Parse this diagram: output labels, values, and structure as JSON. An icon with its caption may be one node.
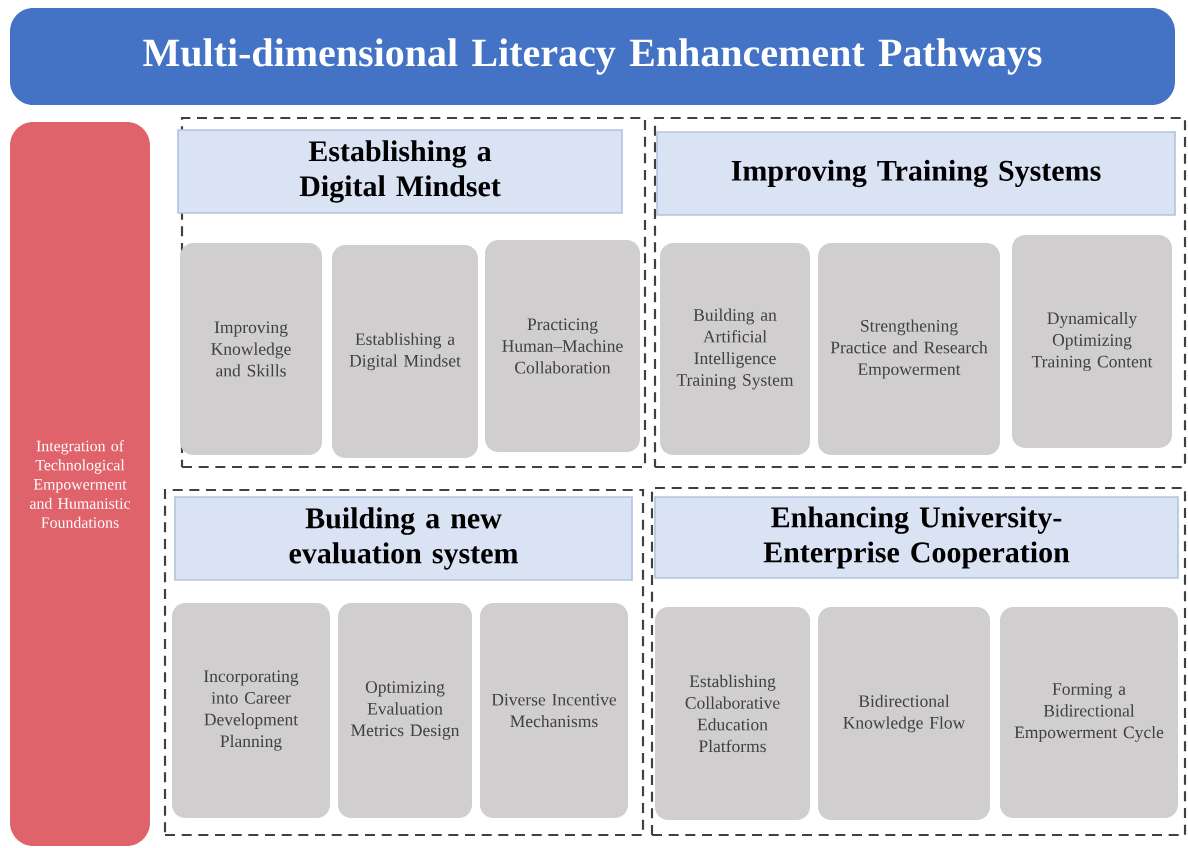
{
  "diagram": {
    "nodes": [
      {
        "text": [
          "Multi-dimensional Literacy Enhancement Pathways"
        ]
      },
      {
        "text": [
          "Integration of Technological Empowerment and Humanistic Foundations"
        ]
      },
      {
        "text": [],
        "shape": "box"
      },
      {
        "text": [
          "Establishing a Digital Mindset"
        ],
        "in": 2
      },
      {
        "text": [
          "Improving Knowledge and Skills"
        ],
        "in": 2
      },
      {
        "text": [
          "Establishing a Digital Mindset"
        ],
        "in": 2
      },
      {
        "text": [
          "Practicing Human–Machine Collaboration"
        ],
        "in": 2
      },
      {
        "text": [],
        "shape": "box"
      },
      {
        "text": [
          "Improving Training Systems"
        ],
        "in": 7
      },
      {
        "text": [
          "Building an Artificial Intelligence Training System"
        ],
        "in": 7
      },
      {
        "text": [
          "Strengthening Practice and Research Empowerment"
        ],
        "in": 7
      },
      {
        "text": [
          "Dynamically Optimizing Training Content"
        ],
        "in": 7
      },
      {
        "text": [],
        "shape": "box"
      },
      {
        "text": [
          "Building a new evaluation system"
        ],
        "in": 12
      },
      {
        "text": [
          "Incorporating into Career Development Planning"
        ],
        "in": 12
      },
      {
        "text": [
          "Optimizing Evaluation Metrics Design"
        ],
        "in": 12
      },
      {
        "text": [
          "Diverse Incentive Mechanisms"
        ],
        "in": 12
      },
      {
        "text": [],
        "shape": "box"
      },
      {
        "text": [
          "Enhancing University-Enterprise Cooperation"
        ],
        "in": 17
      },
      {
        "text": [
          "Establishing Collaborative Education Platforms"
        ],
        "in": 17
      },
      {
        "text": [
          "Bidirectional Knowledge Flow"
        ],
        "in": 17
      },
      {
        "text": [
          "Forming a Bidirectional Empowerment Cycle"
        ],
        "in": 17
      }
    ]
  }
}
